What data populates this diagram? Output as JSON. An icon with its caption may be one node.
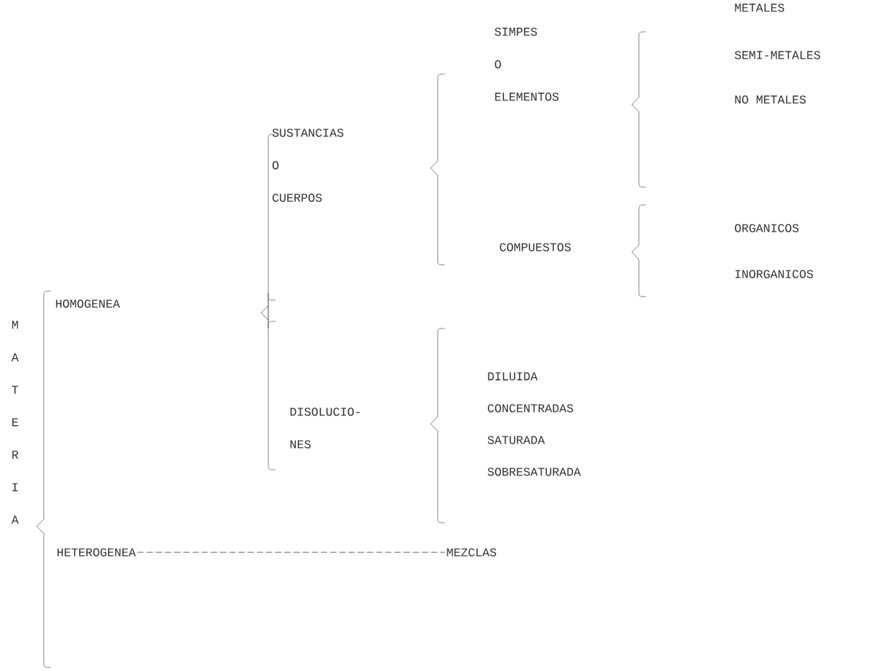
{
  "diagram": {
    "nodes": [
      {
        "text": [
          "HETEROGENEA"
        ]
      },
      {
        "text": [
          "MEZCLAS"
        ]
      }
    ],
    "edges": [
      {
        "from": 0,
        "to": 1,
        "arrow": "none",
        "style": "dashed"
      }
    ],
    "labels": [
      "METALES",
      "SIMPES O ELEMENTOS",
      "SEMI-METALES",
      "NO METALES",
      "SUSTANCIAS O CUERPOS",
      "ORGANICOS",
      "COMPUESTOS",
      "INORGANICOS",
      "M A T E R I A",
      "HOMOGENEA",
      "DILUIDA",
      "CONCENTRADAS",
      "DISOLUCIO- NES",
      "SATURADA",
      "SOBRESATURADA"
    ]
  }
}
